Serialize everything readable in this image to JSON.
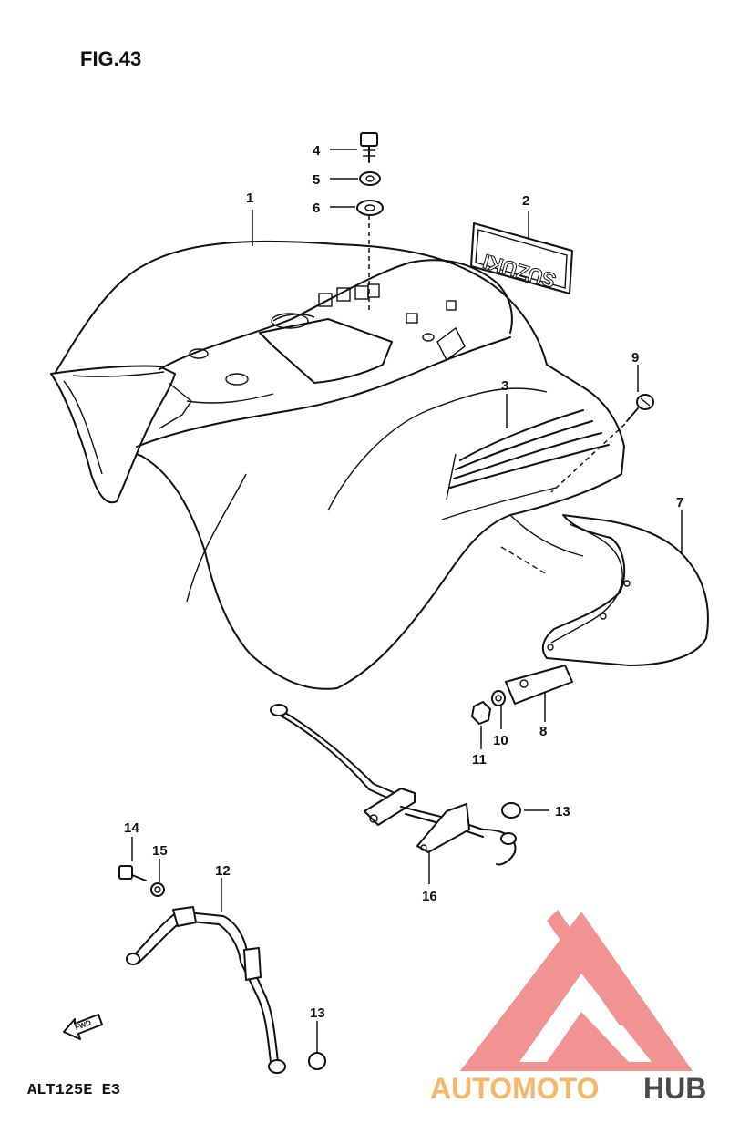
{
  "title": "FIG.43",
  "model_code": "ALT125E E3",
  "direction_arrow": "FWD",
  "decal_text": "SUZUKI",
  "watermark": {
    "part1": "AUTOMOTO",
    "part2": "HUB",
    "logo_color": "#f08a8a",
    "text_color_1": "#f5b86a",
    "text_color_2": "#4a4a4a"
  },
  "callouts": [
    "1",
    "2",
    "3",
    "4",
    "5",
    "6",
    "7",
    "8",
    "9",
    "10",
    "11",
    "12",
    "13",
    "13",
    "14",
    "15",
    "16"
  ]
}
